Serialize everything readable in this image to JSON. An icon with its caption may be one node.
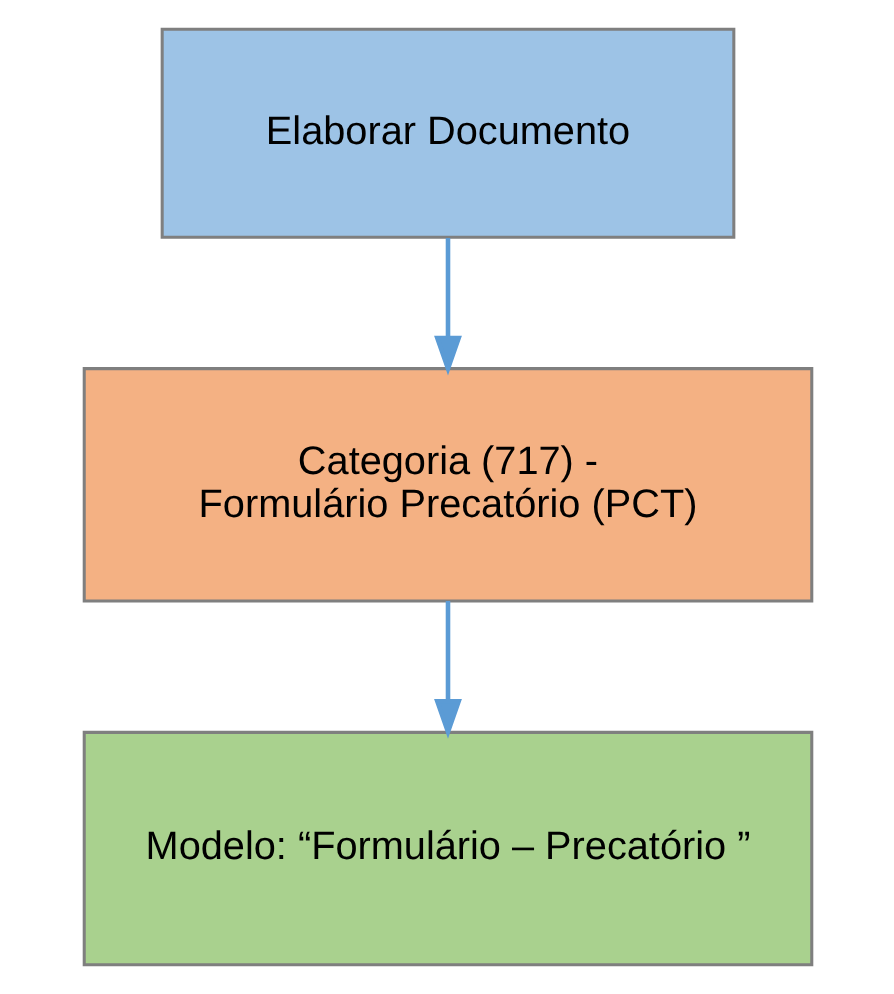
{
  "diagram": {
    "nodes": [
      {
        "text": [
          "Elaborar Documento"
        ]
      },
      {
        "text": [
          "Categoria (717) - Formulário Precatório (PCT)"
        ]
      },
      {
        "text": [
          "Modelo: “Formulário – Precatório ”"
        ]
      }
    ],
    "edges": [
      {
        "from": 0,
        "to": 1,
        "arrow": "to"
      },
      {
        "from": 1,
        "to": 2,
        "arrow": "to"
      }
    ]
  }
}
